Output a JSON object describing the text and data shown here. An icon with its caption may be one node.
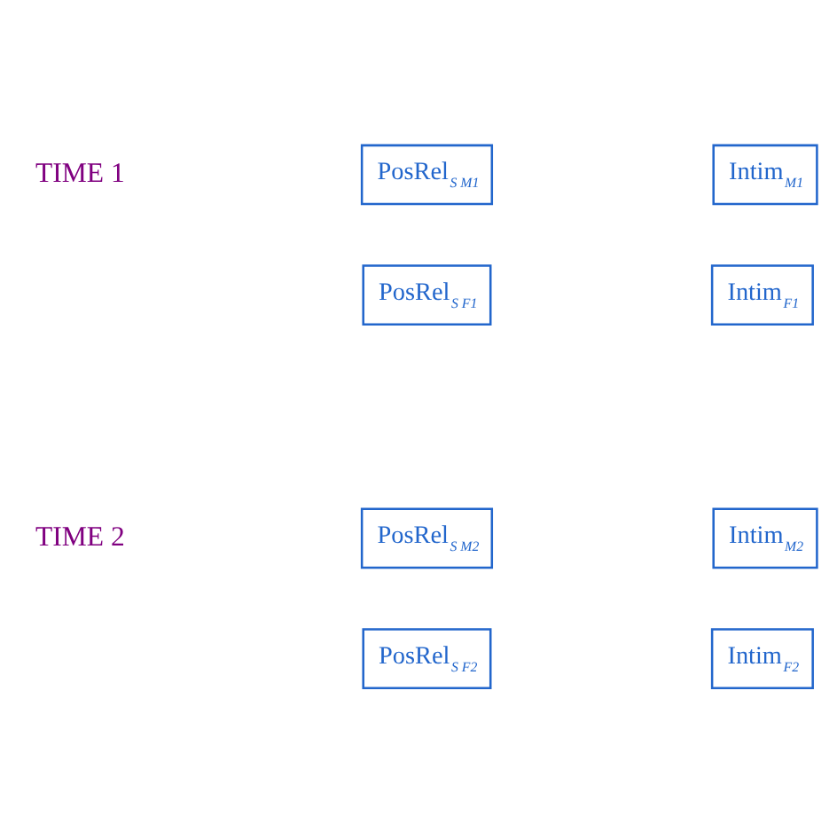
{
  "diagram": {
    "nodes": [
      {
        "text": [
          "PosRel$_{S M1}$"
        ]
      },
      {
        "text": [
          "Intim$_{M1}$"
        ]
      },
      {
        "text": [
          "PosRel$_{S F1}$"
        ]
      },
      {
        "text": [
          "Intim$_{F1}$"
        ]
      },
      {
        "text": [
          "PosRel$_{S M2}$"
        ]
      },
      {
        "text": [
          "Intim$_{M2}$"
        ]
      },
      {
        "text": [
          "PosRel$_{S F2}$"
        ]
      },
      {
        "text": [
          "Intim$_{F2}$"
        ]
      }
    ],
    "edges": [],
    "labels": [
      "TIME 1",
      "TIME 2"
    ]
  }
}
